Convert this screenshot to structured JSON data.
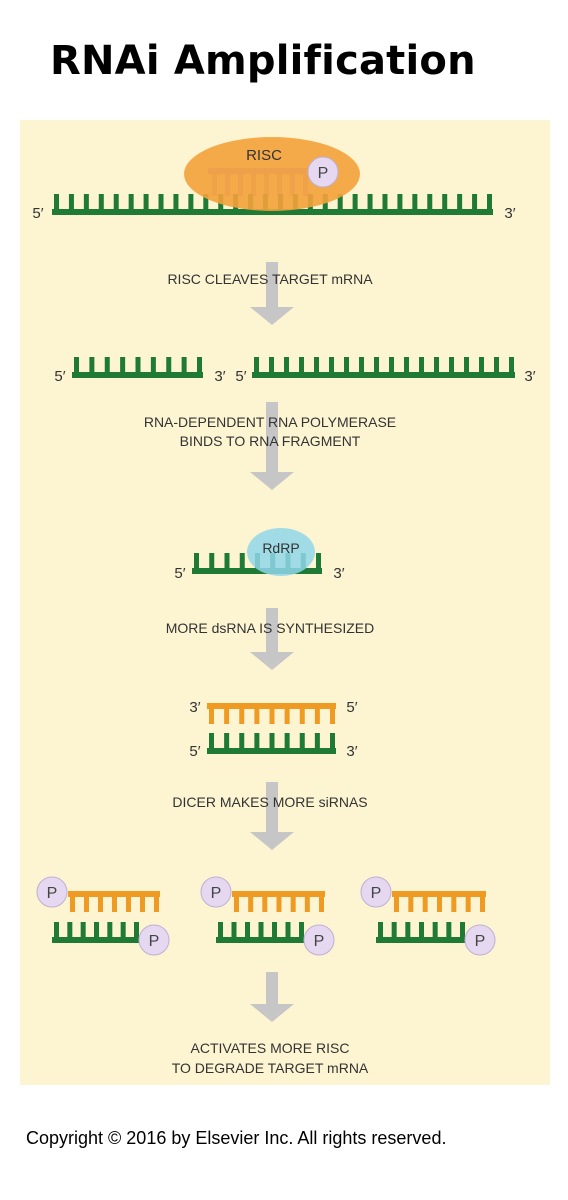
{
  "title": "RNAi Amplification",
  "steps": [
    "RISC CLEAVES TARGET mRNA",
    "RNA-DEPENDENT RNA POLYMERASE",
    "BINDS TO RNA FRAGMENT",
    "MORE dsRNA IS SYNTHESIZED",
    "DICER MAKES MORE siRNAS",
    "ACTIVATES MORE RISC",
    "TO DEGRADE TARGET mRNA"
  ],
  "labels": {
    "risc": "RISC",
    "rdrp": "RdRP",
    "phosphate": "P",
    "five_prime": "5′",
    "three_prime": "3′"
  },
  "colors": {
    "target_rna": "#1f7a35",
    "sirna_strand": "#ef9a22",
    "risc_guide": "#b48fcf",
    "risc_body": "#f4a23b",
    "rdrp_body": "#8fd6ea",
    "phosphate": "#e5d8f0",
    "panel": "#fdf4d2",
    "arrow": "#c6c6c6"
  },
  "copyright": "Copyright © 2016 by Elsevier Inc. All rights reserved."
}
